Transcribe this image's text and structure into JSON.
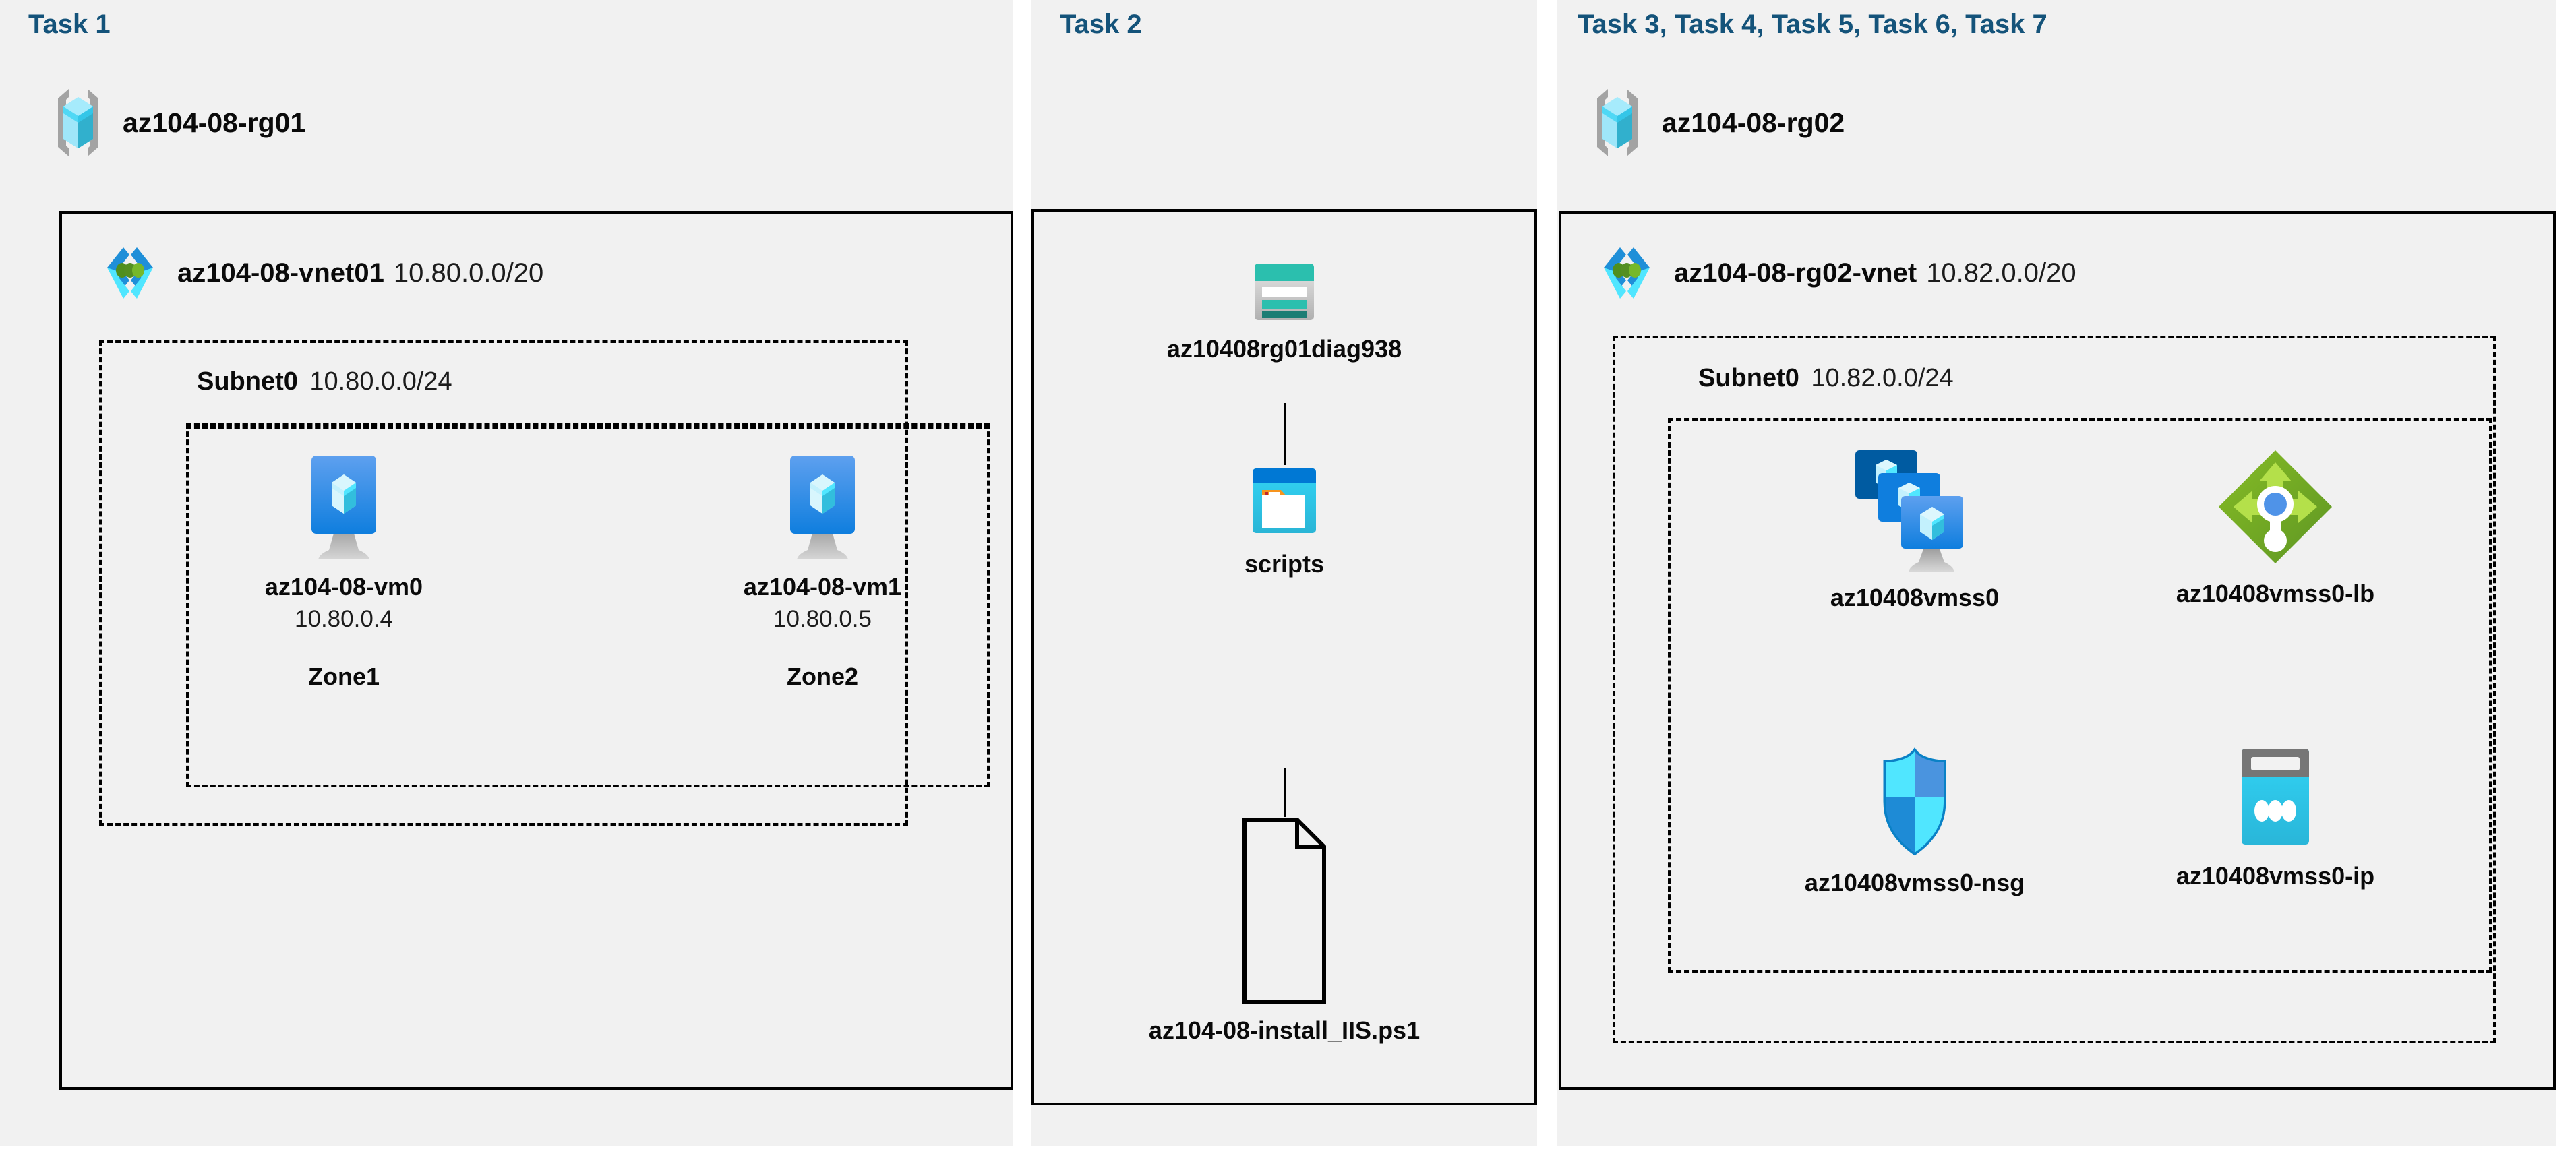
{
  "panels": [
    {
      "title": "Task 1",
      "resource_group": "az104-08-rg01",
      "rg_icon": "resource-group-icon",
      "vnet": {
        "name": "az104-08-vnet01",
        "cidr": "10.80.0.0/20",
        "icon": "virtual-network-icon"
      },
      "subnet": {
        "name": "Subnet0",
        "cidr": "10.80.0.0/24"
      },
      "vms": [
        {
          "name": "az104-08-vm0",
          "ip": "10.80.0.4",
          "zone": "Zone1",
          "icon": "virtual-machine-icon"
        },
        {
          "name": "az104-08-vm1",
          "ip": "10.80.0.5",
          "zone": "Zone2",
          "icon": "virtual-machine-icon"
        }
      ]
    },
    {
      "title": "Task 2",
      "items": [
        {
          "name": "az10408rg01diag938",
          "icon": "storage-account-icon"
        },
        {
          "name": "scripts",
          "icon": "blob-container-icon"
        },
        {
          "name": "az104-08-install_IIS.ps1",
          "icon": "script-file-icon"
        }
      ]
    },
    {
      "title": "Task 3, Task 4, Task 5, Task 6, Task 7",
      "resource_group": "az104-08-rg02",
      "rg_icon": "resource-group-icon",
      "vnet": {
        "name": "az104-08-rg02-vnet",
        "cidr": "10.82.0.0/20",
        "icon": "virtual-network-icon"
      },
      "subnet": {
        "name": "Subnet0",
        "cidr": "10.82.0.0/24"
      },
      "resources": [
        {
          "name": "az10408vmss0",
          "icon": "vm-scale-set-icon"
        },
        {
          "name": "az10408vmss0-lb",
          "icon": "load-balancer-icon"
        },
        {
          "name": "az10408vmss0-nsg",
          "icon": "network-security-group-icon"
        },
        {
          "name": "az10408vmss0-ip",
          "icon": "public-ip-address-icon"
        }
      ]
    }
  ],
  "colors": {
    "panel_background": "#f1f1f1",
    "page_background": "#ffffff",
    "task_title": "#14537a",
    "border": "#000000",
    "azure_blue": "#0078d4",
    "cyan": "#32bedd",
    "green": "#7fba00",
    "teal": "#2fbfae"
  }
}
